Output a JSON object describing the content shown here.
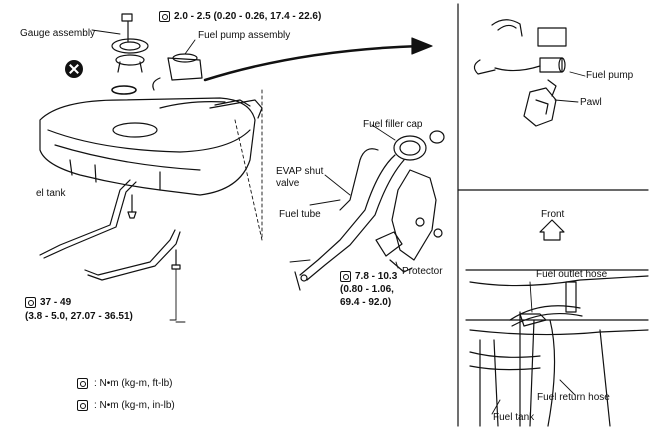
{
  "labels": {
    "torque_top": "2.0 - 2.5 (0.20 - 0.26, 17.4 - 22.6)",
    "gauge_assembly": "Gauge assembly",
    "fuel_pump_assembly": "Fuel pump assembly",
    "fuel_tank_left": "el tank",
    "fuel_filler_cap": "Fuel filler cap",
    "evap_line1": "EVAP shut",
    "evap_line2": "valve",
    "fuel_tube": "Fuel tube",
    "protector": "Protector",
    "torque_mid_line1": "7.8 - 10.3",
    "torque_mid_line2": "(0.80 - 1.06,",
    "torque_mid_line3": "69.4 - 92.0)",
    "torque_left_line1": "37 - 49",
    "torque_left_line2": "(3.8 - 5.0, 27.07 - 36.51)",
    "legend_nm_ftlb": ": N•m (kg-m, ft-lb)",
    "legend_nm_inlb": ": N•m (kg-m, in-lb)",
    "fuel_pump": "Fuel pump",
    "pawl": "Pawl",
    "front": "Front",
    "fuel_outlet_hose": "Fuel outlet hose",
    "fuel_return_hose": "Fuel return hose",
    "fuel_tank_bottom": "Fuel tank"
  },
  "icons": {
    "torque": "torque-wrench-icon",
    "do_not_reuse": "do-not-reuse-icon",
    "front_arrow": "front-arrow-icon"
  }
}
